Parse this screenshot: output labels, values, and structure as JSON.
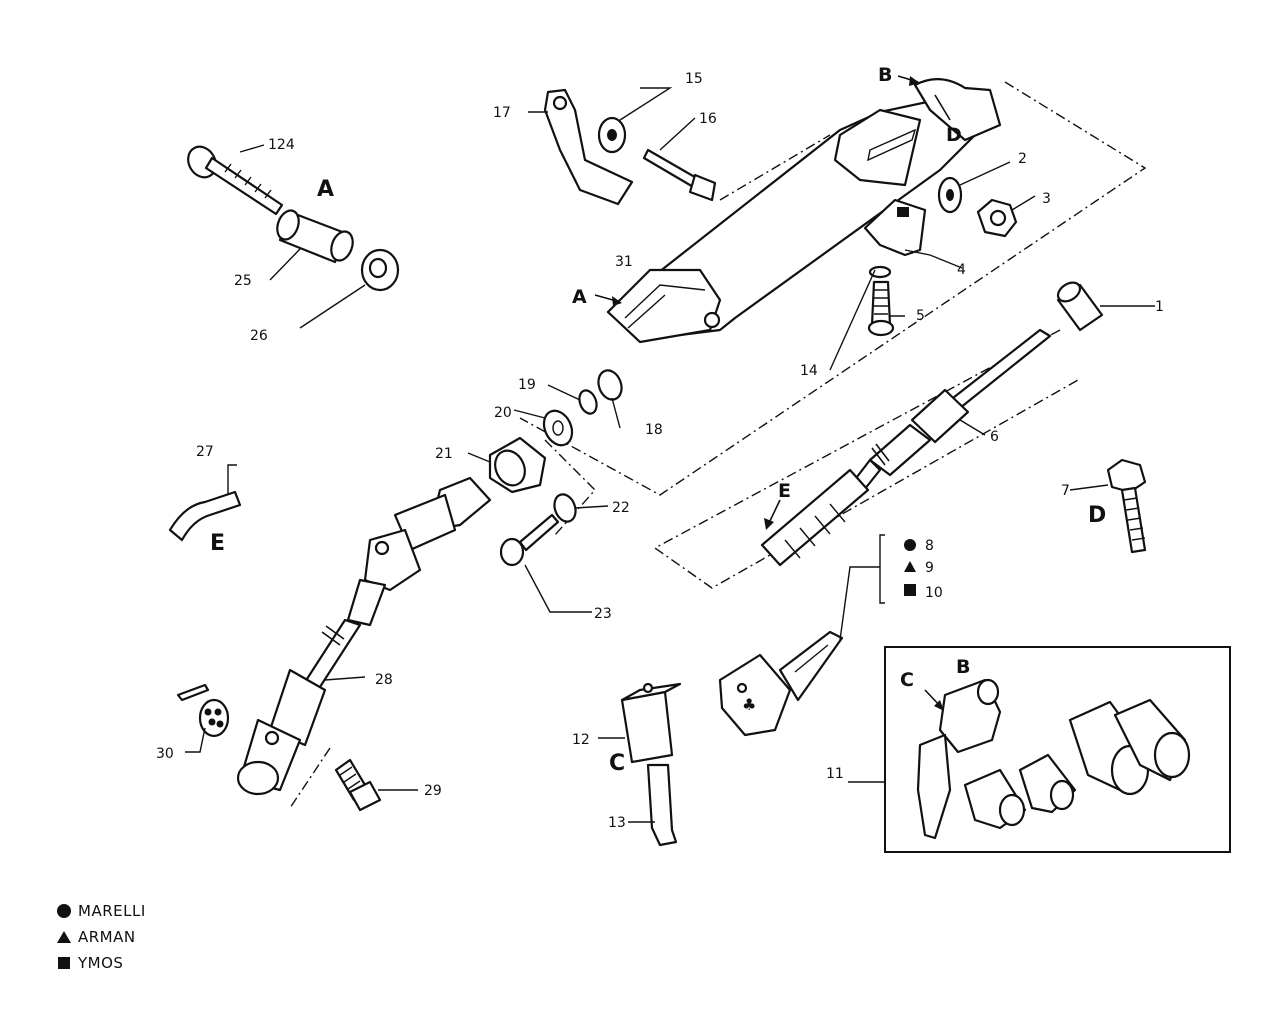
{
  "parts": {
    "p1": "1",
    "p2": "2",
    "p3": "3",
    "p4": "4",
    "p5": "5",
    "p6": "6",
    "p7": "7",
    "p8": "8",
    "p9": "9",
    "p10": "10",
    "p11": "11",
    "p12": "12",
    "p13": "13",
    "p14": "14",
    "p15": "15",
    "p16": "16",
    "p17": "17",
    "p18": "18",
    "p19": "19",
    "p20": "20",
    "p21": "21",
    "p22": "22",
    "p23": "23",
    "p25": "25",
    "p26": "26",
    "p27": "27",
    "p28": "28",
    "p29": "29",
    "p30": "30",
    "p31": "31",
    "p124": "124"
  },
  "refs": {
    "a": "A",
    "b": "B",
    "c": "C",
    "d": "D",
    "e": "E"
  },
  "legend": [
    {
      "symbol": "circle",
      "label": "MARELLI"
    },
    {
      "symbol": "triangle",
      "label": "ARMAN"
    },
    {
      "symbol": "square",
      "label": "YMOS"
    }
  ]
}
